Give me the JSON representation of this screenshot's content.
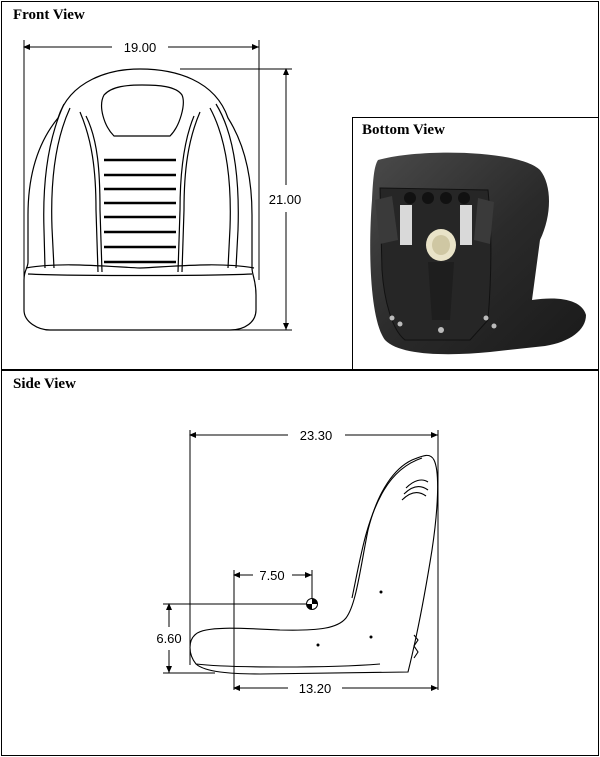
{
  "front": {
    "title": "Front View",
    "width_label": "19.00",
    "height_label": "21.00"
  },
  "bottom": {
    "title": "Bottom View"
  },
  "side": {
    "title": "Side View",
    "overall_label": "23.30",
    "pivot_x_label": "7.50",
    "pivot_y_label": "6.60",
    "base_label": "13.20"
  }
}
